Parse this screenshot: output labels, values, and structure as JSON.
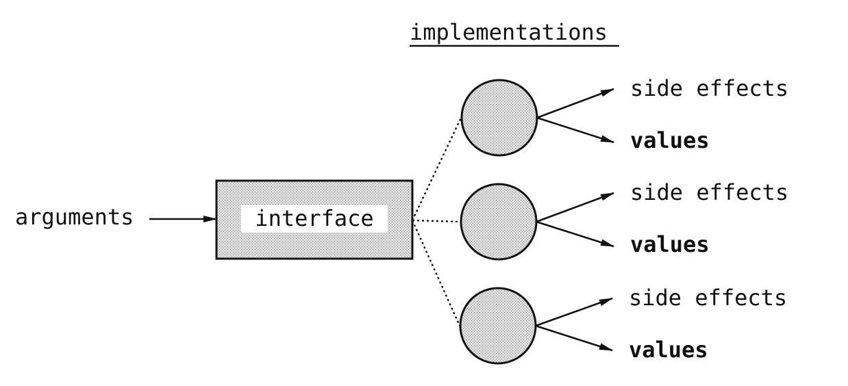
{
  "heading": "implementations",
  "input_label": "arguments",
  "interface_label": "interface",
  "implementations": [
    {
      "side_effects_label": "side effects",
      "values_label": "values"
    },
    {
      "side_effects_label": "side effects",
      "values_label": "values"
    },
    {
      "side_effects_label": "side effects",
      "values_label": "values"
    }
  ],
  "colors": {
    "ink": "#111111",
    "shade": "#c8c8c8",
    "paper": "#ffffff"
  }
}
